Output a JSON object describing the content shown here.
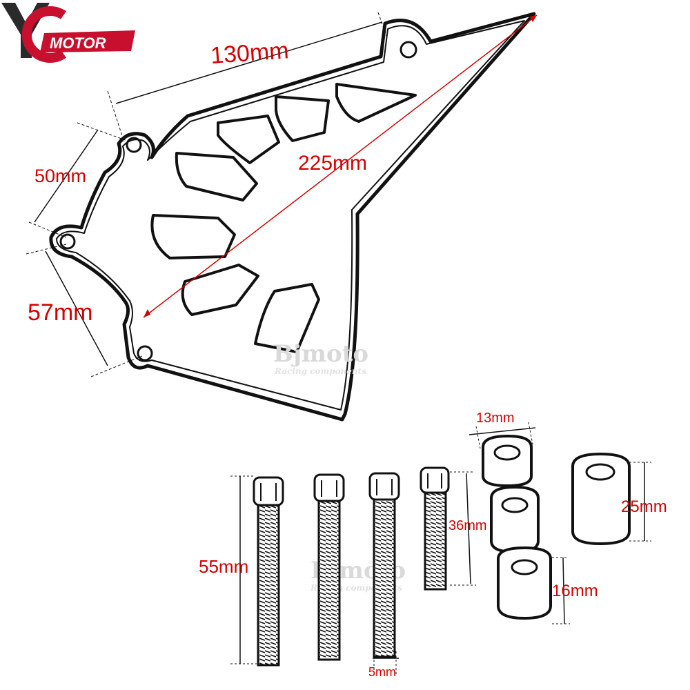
{
  "logo": {
    "text": "MOTOR",
    "mark": "YC",
    "color_primary": "#c8102e",
    "color_dark": "#2a2a2a"
  },
  "watermark": {
    "brand": "Bjmoto",
    "tagline": "Racing components"
  },
  "dimensions": {
    "top_edge": "130mm",
    "diagonal": "225mm",
    "left_upper": "50mm",
    "left_lower": "57mm",
    "spacer_width": "13mm",
    "spacer_tall_height": "25mm",
    "spacer_short_height": "16mm",
    "bolt_long": "55mm",
    "bolt_short": "36mm",
    "bolt_diameter": "5mm"
  },
  "colors": {
    "dimension_text": "#d40000",
    "line_art": "#111111"
  }
}
